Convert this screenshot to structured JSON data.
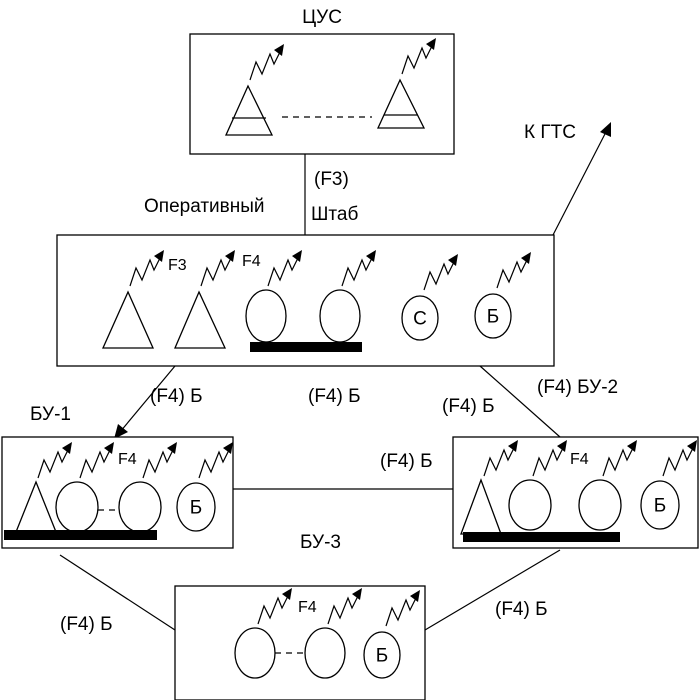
{
  "labels": {
    "cus": "ЦУС",
    "k_gts": "К ГТС",
    "f3_link": "(F3)",
    "operative": "Оперативный",
    "shtab": "Штаб",
    "f3_tag": "F3",
    "f4_tag_hq": "F4",
    "c_circle": "С",
    "b_circle_hq": "Б",
    "bu1": "БУ-1",
    "link_hq_bu1": "(F4) Б",
    "link_hq_mid": "(F4) Б",
    "link_hq_bu2_b": "(F4) Б",
    "link_hq_bu2": "(F4) БУ-2",
    "f4_tag_bu1": "F4",
    "b_circle_bu1": "Б",
    "link_bu1_bu2": "(F4) Б",
    "f4_tag_bu2": "F4",
    "b_circle_bu2": "Б",
    "bu3": "БУ-3",
    "f4_tag_bu3": "F4",
    "b_circle_bu3": "Б",
    "link_bu1_bu3": "(F4) Б",
    "link_bu2_bu3": "(F4) Б"
  }
}
